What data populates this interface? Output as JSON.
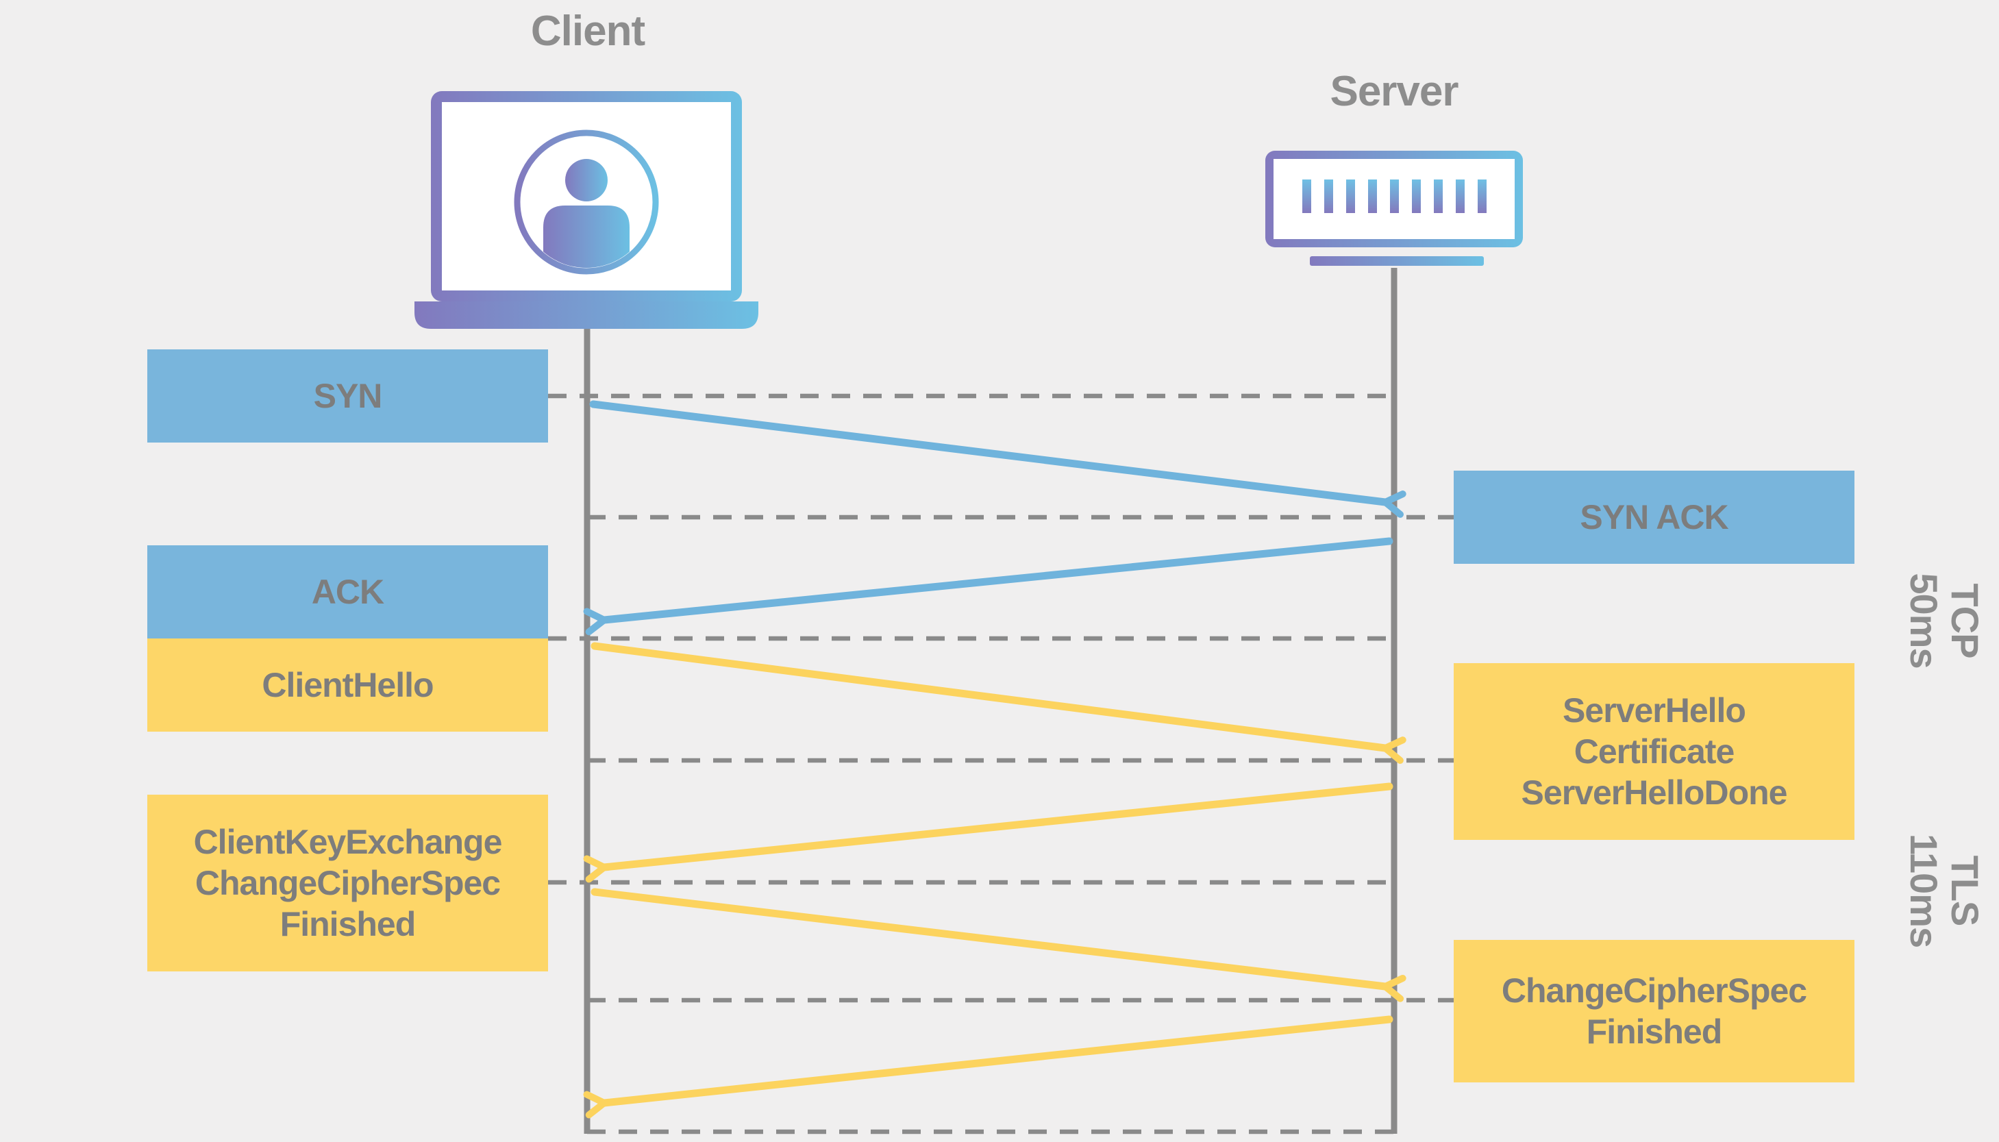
{
  "actors": {
    "client": {
      "label": "Client",
      "icon": "laptop-user-icon"
    },
    "server": {
      "label": "Server",
      "icon": "server-rack-icon"
    }
  },
  "messages": {
    "syn": {
      "label": "SYN",
      "from": "client",
      "to": "server",
      "protocol": "TCP"
    },
    "syn_ack": {
      "label": "SYN ACK",
      "from": "server",
      "to": "client",
      "protocol": "TCP"
    },
    "ack": {
      "label": "ACK",
      "from": "client",
      "to": "server",
      "protocol": "TCP"
    },
    "client_hello": {
      "label": "ClientHello",
      "from": "client",
      "to": "server",
      "protocol": "TLS"
    },
    "server_hello": {
      "lines": [
        "ServerHello",
        "Certificate",
        "ServerHelloDone"
      ],
      "from": "server",
      "to": "client",
      "protocol": "TLS"
    },
    "client_key_exchange": {
      "lines": [
        "ClientKeyExchange",
        "ChangeCipherSpec",
        "Finished"
      ],
      "from": "client",
      "to": "server",
      "protocol": "TLS"
    },
    "change_cipher_spec": {
      "lines": [
        "ChangeCipherSpec",
        "Finished"
      ],
      "from": "server",
      "to": "client",
      "protocol": "TLS"
    }
  },
  "timings": {
    "tcp": {
      "protocol": "TCP",
      "duration": "50ms"
    },
    "tls": {
      "protocol": "TLS",
      "duration": "110ms"
    }
  },
  "colors": {
    "background": "#f0efef",
    "tcp_box_blue": "#79b5dc",
    "tls_box_yellow": "#fdd668",
    "tcp_arrow_blue": "#6fb3dc",
    "tls_arrow_yellow": "#fcd35e",
    "line_gray": "#8a8a8a",
    "box_text_gray": "#7d7d7d",
    "label_gray": "#8d8d8d",
    "icon_gradient_start": "#8279be",
    "icon_gradient_end": "#6cc0e3"
  }
}
